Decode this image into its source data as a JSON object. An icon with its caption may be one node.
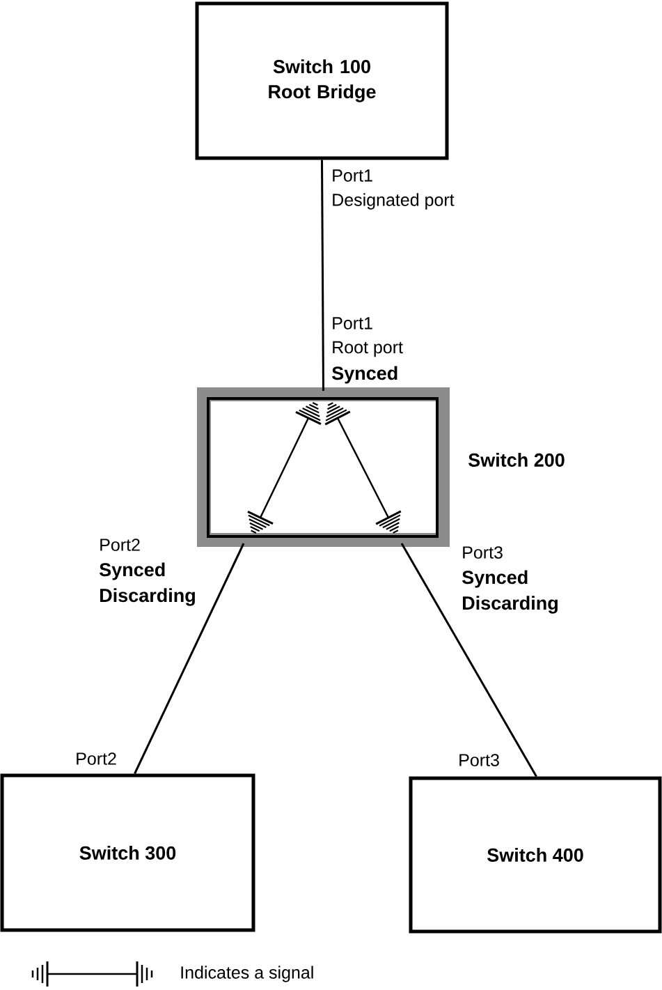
{
  "diagram": {
    "nodes": [
      {
        "text": [
          "Switch 100 Root Bridge"
        ]
      },
      {
        "text": [
          "Switch 200"
        ]
      },
      {
        "text": [
          "Switch 300"
        ],
        "beside": [
          "Port2"
        ]
      },
      {
        "text": [
          "Switch 400"
        ],
        "beside": [
          "Port3"
        ]
      }
    ],
    "edges": [
      {
        "from": 0,
        "to": 1,
        "arrow": "none"
      },
      {
        "from": 1,
        "to": 2,
        "arrow": "none"
      },
      {
        "from": 1,
        "to": 3,
        "arrow": "none"
      }
    ],
    "labels": [
      "Port1",
      "Designated port",
      "Port1",
      "Root port",
      "Synced",
      "Port2",
      "Synced",
      "Discarding",
      "Port3",
      "Synced",
      "Discarding"
    ],
    "legend": [
      {
        "text": "Indicates a signal"
      }
    ]
  }
}
